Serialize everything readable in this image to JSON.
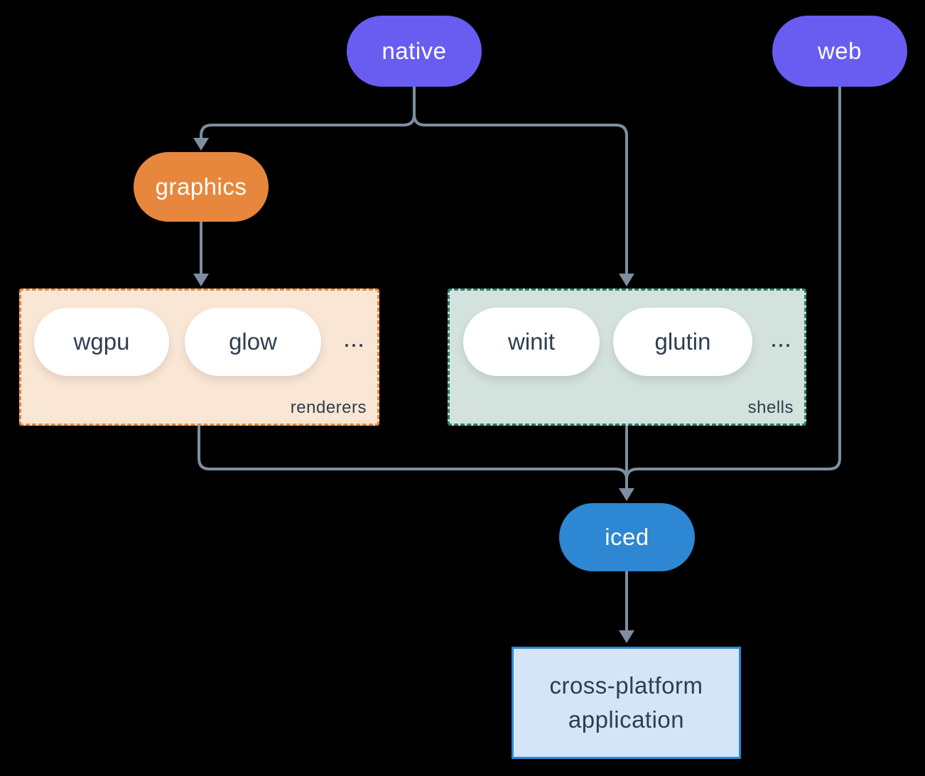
{
  "background_color": "#000000",
  "nodes": {
    "native": {
      "label": "native",
      "color": "#695CF1",
      "text_color": "#FFFFFF"
    },
    "web": {
      "label": "web",
      "color": "#695CF1",
      "text_color": "#FFFFFF"
    },
    "graphics": {
      "label": "graphics",
      "color": "#E6873D",
      "text_color": "#FFFFFF"
    },
    "iced": {
      "label": "iced",
      "color": "#2E87D2",
      "text_color": "#FFFFFF"
    },
    "application": {
      "line1": "cross-platform",
      "line2": "application",
      "fill": "#D4E5F7",
      "border_color": "#2E87D2",
      "text_color": "#2E3E4E"
    }
  },
  "groups": {
    "renderers": {
      "label": "renderers",
      "items": [
        "wgpu",
        "glow"
      ],
      "ellipsis": "...",
      "fill": "#FAE6D5",
      "border_color": "#E6873D",
      "border_style": "dashed"
    },
    "shells": {
      "label": "shells",
      "items": [
        "winit",
        "glutin"
      ],
      "ellipsis": "...",
      "fill": "#D3E2DC",
      "border_color": "#2E7D6E",
      "border_style": "dashed"
    }
  },
  "edges": {
    "color": "#7E8EA0",
    "connections": [
      {
        "from": "native",
        "to": "graphics",
        "arrow": true
      },
      {
        "from": "native",
        "to": "shells",
        "arrow": true
      },
      {
        "from": "graphics",
        "to": "renderers",
        "arrow": true
      },
      {
        "from": "renderers",
        "to": "iced",
        "arrow": false
      },
      {
        "from": "web",
        "to": "iced",
        "arrow": false
      },
      {
        "from": "shells",
        "to": "iced",
        "arrow": true
      },
      {
        "from": "iced",
        "to": "application",
        "arrow": true
      }
    ]
  }
}
